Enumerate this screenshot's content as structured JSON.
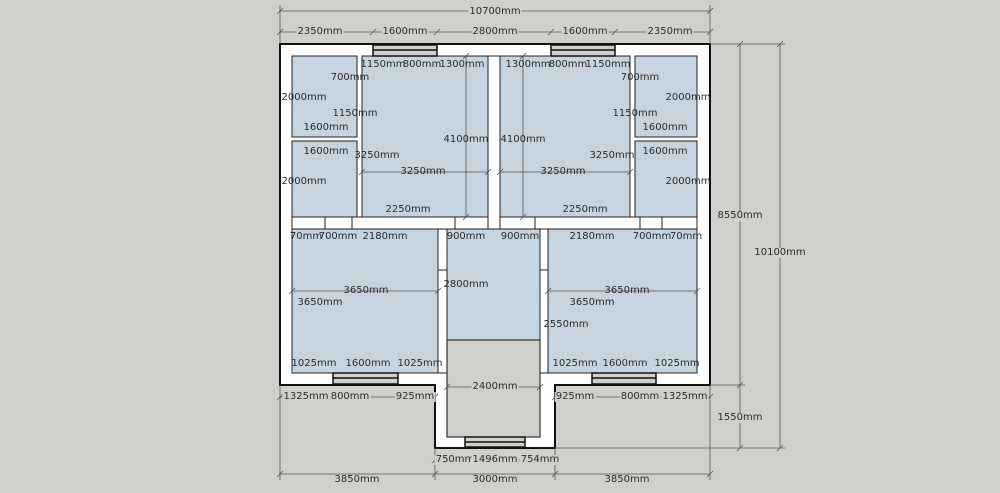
{
  "colors": {
    "background": "#cfd0cb",
    "room_fill": "#c5d4df",
    "wall": "#ffffff",
    "outline": "#111111",
    "porch": "#cfd0cb"
  },
  "dimension_labels": [
    "10700mm",
    "2350mm",
    "1600mm",
    "2800mm",
    "1600mm",
    "2350mm",
    "1150mm",
    "800mm",
    "1300mm",
    "1300mm",
    "800mm",
    "1150mm",
    "700mm",
    "700mm",
    "2000mm",
    "2000mm",
    "1150mm",
    "1150mm",
    "1600mm",
    "1600mm",
    "1600mm",
    "1600mm",
    "3250mm",
    "3250mm",
    "4100mm",
    "4100mm",
    "3250mm",
    "3250mm",
    "2000mm",
    "2000mm",
    "2250mm",
    "2250mm",
    "70mm",
    "700mm",
    "2180mm",
    "900mm",
    "900mm",
    "2180mm",
    "700mm",
    "70mm",
    "2800mm",
    "3650mm",
    "3650mm",
    "3650mm",
    "3650mm",
    "2550mm",
    "1025mm",
    "1600mm",
    "1025mm",
    "1025mm",
    "1600mm",
    "1025mm",
    "2400mm",
    "1325mm",
    "800mm",
    "925mm",
    "925mm",
    "800mm",
    "1325mm",
    "750mm",
    "1496mm",
    "754mm",
    "3850mm",
    "3000mm",
    "3850mm",
    "8550mm",
    "10100mm",
    "1550mm"
  ]
}
